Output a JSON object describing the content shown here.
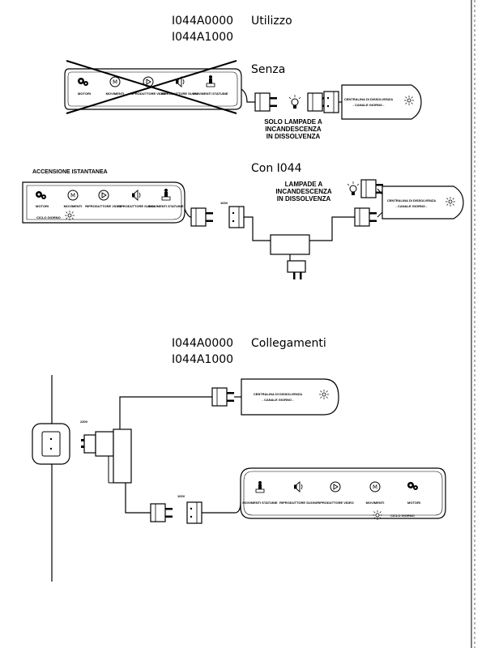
{
  "top": {
    "code1": "I044A0000",
    "code2": "I044A1000",
    "title": "Utilizzo"
  },
  "senza": {
    "label": "Senza",
    "devices": [
      "MOTORI",
      "MOVIMENTI",
      "RIPRODUTTORE VIDEO",
      "RIPRODUTTORE SUONI",
      "MOVIMENTI STATUINE"
    ],
    "central_line1": "CENTRALINA DI DISSOLVENZA",
    "central_line2": "- CANALE GIORNO -",
    "note_line1": "SOLO LAMPADE A",
    "note_line2": "INCANDESCENZA",
    "note_line3": "IN DISSOLVENZA"
  },
  "con": {
    "label": "Con I044",
    "instant_label": "ACCENSIONE ISTANTANEA",
    "devices": [
      "MOTORI",
      "MOVIMENTI",
      "RIPRODUTTORE VIDEO",
      "RIPRODUTTORE SUONI",
      "MOVIMENTI STATUINE"
    ],
    "cycle_label": "CICLO GIORNO",
    "voltage": "100V",
    "lamp_note_line1": "LAMPADE A",
    "lamp_note_line2": "INCANDESCENZA",
    "lamp_note_line3": "IN DISSOLVENZA",
    "central_line1": "CENTRALINA DI DISSOLVENZA",
    "central_line2": "- CANALE GIORNO -"
  },
  "bottom": {
    "code1": "I044A0000",
    "code2": "I044A1000",
    "title": "Collegamenti",
    "central_line1": "CENTRALINA DI DISSOLVENZA",
    "central_line2": "- CANALE GIORNO -",
    "voltage_in": "230V",
    "voltage_out": "100V",
    "devices": [
      "MOVIMENTI STATUINE",
      "RIPRODUTTORE SUONI",
      "RIPRODUTTORE VIDEO",
      "MOVIMENTI",
      "MOTORI"
    ],
    "cycle_label": "CICLO GIORNO"
  }
}
